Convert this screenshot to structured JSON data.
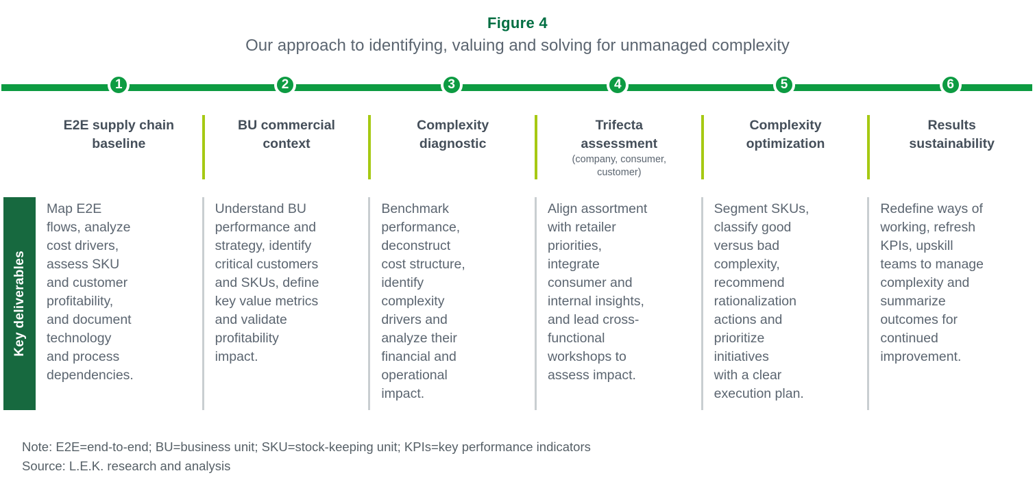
{
  "figure": {
    "label": "Figure 4",
    "title": "Our approach to identifying, valuing and solving for unmanaged complexity"
  },
  "sidebar": {
    "label": "Key deliverables"
  },
  "steps": [
    {
      "number": "1",
      "title": "E2E supply chain\nbaseline",
      "subtitle": "",
      "deliverable": "Map E2E\nflows, analyze\ncost drivers,\nassess SKU\nand customer\nprofitability,\nand document\ntechnology\nand process\ndependencies."
    },
    {
      "number": "2",
      "title": "BU commercial\ncontext",
      "subtitle": "",
      "deliverable": "Understand BU\nperformance and\nstrategy, identify\ncritical customers\nand SKUs, define\nkey value metrics\nand validate\nprofitability\nimpact."
    },
    {
      "number": "3",
      "title": "Complexity\ndiagnostic",
      "subtitle": "",
      "deliverable": "Benchmark\nperformance,\ndeconstruct\ncost structure,\nidentify\ncomplexity\ndrivers and\nanalyze their\nfinancial and\noperational\nimpact."
    },
    {
      "number": "4",
      "title": "Trifecta\nassessment",
      "subtitle": "(company, consumer,\ncustomer)",
      "deliverable": "Align assortment\nwith retailer\npriorities,\nintegrate\nconsumer and\ninternal insights,\nand lead cross-\nfunctional\nworkshops to\nassess impact."
    },
    {
      "number": "5",
      "title": "Complexity\noptimization",
      "subtitle": "",
      "deliverable": "Segment SKUs,\nclassify good\nversus bad\ncomplexity,\nrecommend\nrationalization\nactions and\nprioritize\ninitiatives\nwith a clear\nexecution plan."
    },
    {
      "number": "6",
      "title": "Results\nsustainability",
      "subtitle": "",
      "deliverable": "Redefine ways of\nworking, refresh\nKPIs, upskill\nteams to manage\ncomplexity and\nsummarize\noutcomes for\ncontinued\nimprovement."
    }
  ],
  "footer": {
    "note": "Note: E2E=end-to-end; BU=business unit; SKU=stock-keeping unit; KPIs=key performance indicators",
    "source": "Source: L.E.K. research and analysis"
  },
  "colors": {
    "timeline_green": "#0d9b42",
    "sidebar_dark_green": "#17693f",
    "lime_divider": "#a6c913",
    "gray_divider": "#c9ced1",
    "figure_label_green": "#006e42",
    "header_text": "#454f5a",
    "body_text": "#5b6570"
  }
}
